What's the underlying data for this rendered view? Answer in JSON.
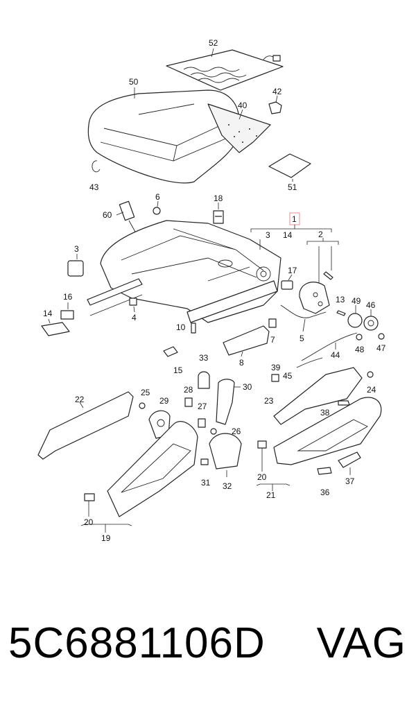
{
  "diagram": {
    "labels": {
      "l52": "52",
      "l50": "50",
      "l42": "42",
      "l40": "40",
      "l43": "43",
      "l51": "51",
      "l6": "6",
      "l18": "18",
      "l60": "60",
      "l1": "1",
      "l3a": "3",
      "l14a": "14",
      "l2": "2",
      "l3b": "3",
      "l17": "17",
      "l16": "16",
      "l14b": "14",
      "l4": "4",
      "l13": "13",
      "l49": "49",
      "l46": "46",
      "l10": "10",
      "l7": "7",
      "l5": "5",
      "l48": "48",
      "l47": "47",
      "l15": "15",
      "l8": "8",
      "l44": "44",
      "l33": "33",
      "l39": "39",
      "l45": "45",
      "l30": "30",
      "l25": "25",
      "l22": "22",
      "l29": "29",
      "l28": "28",
      "l24": "24",
      "l23": "23",
      "l27": "27",
      "l38": "38",
      "l26": "26",
      "l20a": "20",
      "l31": "31",
      "l32": "32",
      "l21": "21",
      "l37": "37",
      "l36": "36",
      "l20b": "20",
      "l19": "19"
    },
    "highlight_color": "#e8a0a8"
  },
  "footer": {
    "part_number": "5C6881106D",
    "brand": "VAG"
  }
}
